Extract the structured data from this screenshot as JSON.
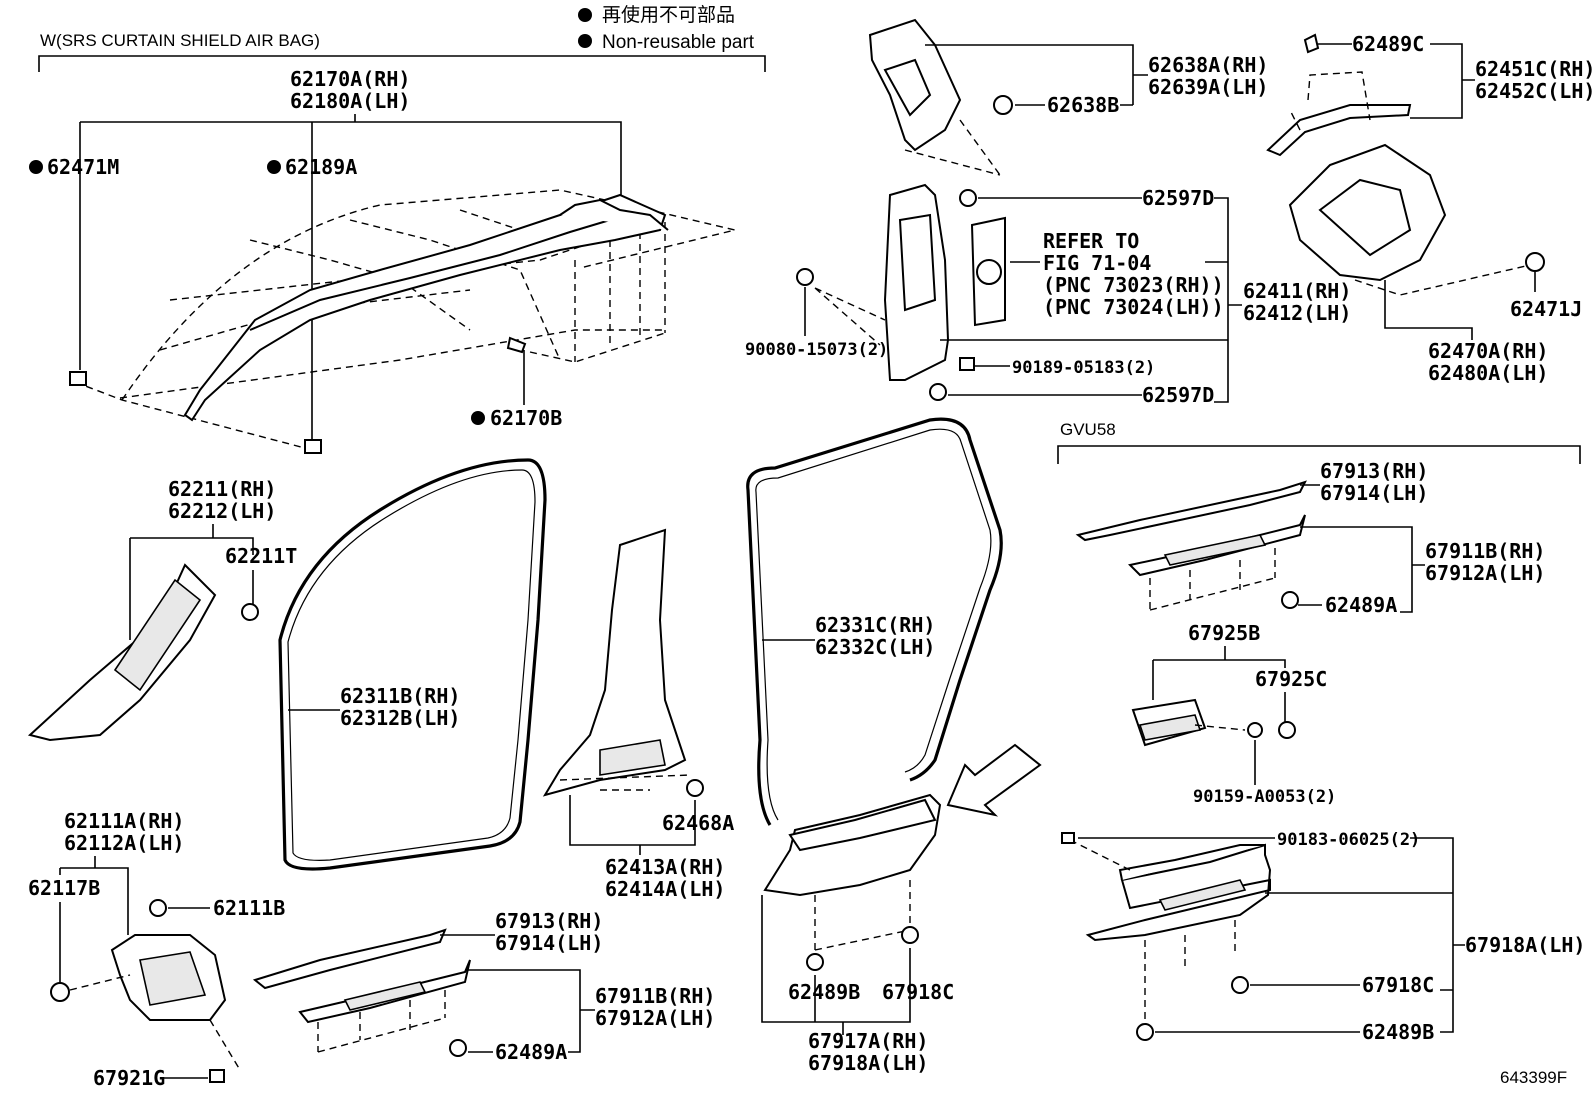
{
  "legend": {
    "jp": "再使用不可部品",
    "en": "Non-reusable part"
  },
  "sections": {
    "airbag": "W(SRS CURTAIN SHIELD AIR BAG)",
    "gvu58": "GVU58"
  },
  "figure_id": "643399F",
  "labels": {
    "p62170A_rh": "62170A(RH)",
    "p62180A_lh": "62180A(LH)",
    "p62471M": "62471M",
    "p62189A": "62189A",
    "p62170B": "62170B",
    "p62638A_rh": "62638A(RH)",
    "p62639A_lh": "62639A(LH)",
    "p62638B": "62638B",
    "p62489C": "62489C",
    "p62451C_rh": "62451C(RH)",
    "p62452C_lh": "62452C(LH)",
    "p62597D_top": "62597D",
    "refer1": "REFER TO",
    "refer2": "FIG 71-04",
    "refer3": "(PNC 73023(RH))",
    "refer4": "(PNC 73024(LH))",
    "p62411_rh": "62411(RH)",
    "p62412_lh": "62412(LH)",
    "p90080": "90080-15073(2)",
    "p90189": "90189-05183(2)",
    "p62597D_bot": "62597D",
    "p62471J": "62471J",
    "p62470A_rh": "62470A(RH)",
    "p62480A_lh": "62480A(LH)",
    "p62211_rh": "62211(RH)",
    "p62212_lh": "62212(LH)",
    "p62211T": "62211T",
    "p62311B_rh": "62311B(RH)",
    "p62312B_lh": "62312B(LH)",
    "p62331C_rh": "62331C(RH)",
    "p62332C_lh": "62332C(LH)",
    "p62413A_rh": "62413A(RH)",
    "p62414A_lh": "62414A(LH)",
    "p62468A": "62468A",
    "p67913_rh_r": "67913(RH)",
    "p67914_lh_r": "67914(LH)",
    "p67911B_rh_r": "67911B(RH)",
    "p67912A_lh_r": "67912A(LH)",
    "p62489A_r": "62489A",
    "p67925B": "67925B",
    "p67925C": "67925C",
    "p90159": "90159-A0053(2)",
    "p90183": "90183-06025(2)",
    "p67918A_lh_r": "67918A(LH)",
    "p67918C_r": "67918C",
    "p62489B_r": "62489B",
    "p62111A_rh": "62111A(RH)",
    "p62112A_lh": "62112A(LH)",
    "p62117B": "62117B",
    "p62111B": "62111B",
    "p67921G": "67921G",
    "p67913_rh_l": "67913(RH)",
    "p67914_lh_l": "67914(LH)",
    "p67911B_rh_l": "67911B(RH)",
    "p67912A_lh_l": "67912A(LH)",
    "p62489A_l": "62489A",
    "p62489B_c": "62489B",
    "p67918C_c": "67918C",
    "p67917A_rh": "67917A(RH)",
    "p67918A_lh_c": "67918A(LH)"
  }
}
